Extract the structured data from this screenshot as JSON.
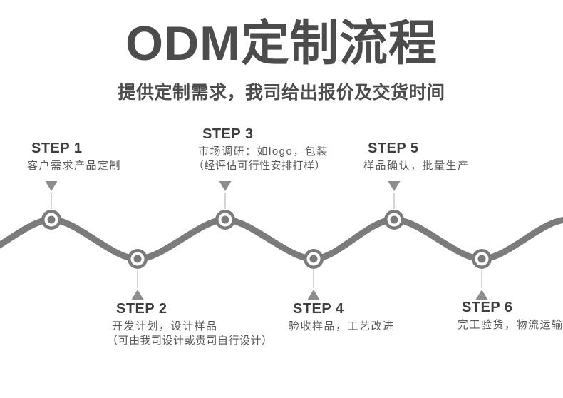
{
  "header": {
    "title": "ODM定制流程",
    "subtitle": "提供定制需求，我司给出报价及交货时间"
  },
  "steps": [
    {
      "label": "STEP 1",
      "lines": [
        "客户需求产品定制"
      ]
    },
    {
      "label": "STEP 2",
      "lines": [
        "开发计划，设计样品",
        "（可由我司设计或贵司自行设计）"
      ]
    },
    {
      "label": "STEP 3",
      "lines": [
        "市场调研：如logo，包装",
        "（经评估可行性安排打样）"
      ]
    },
    {
      "label": "STEP 4",
      "lines": [
        "验收样品，工艺改进"
      ]
    },
    {
      "label": "STEP 5",
      "lines": [
        "样品确认，批量生产"
      ]
    },
    {
      "label": "STEP 6",
      "lines": [
        "完工验货，物流运输"
      ]
    }
  ],
  "colors": {
    "title": "#4c4c4c",
    "step_label": "#3e3e3e",
    "description": "#585858",
    "wave": "#7b7b7b",
    "arrow": "#8d8d8d",
    "connector": "#c6c6c6"
  }
}
